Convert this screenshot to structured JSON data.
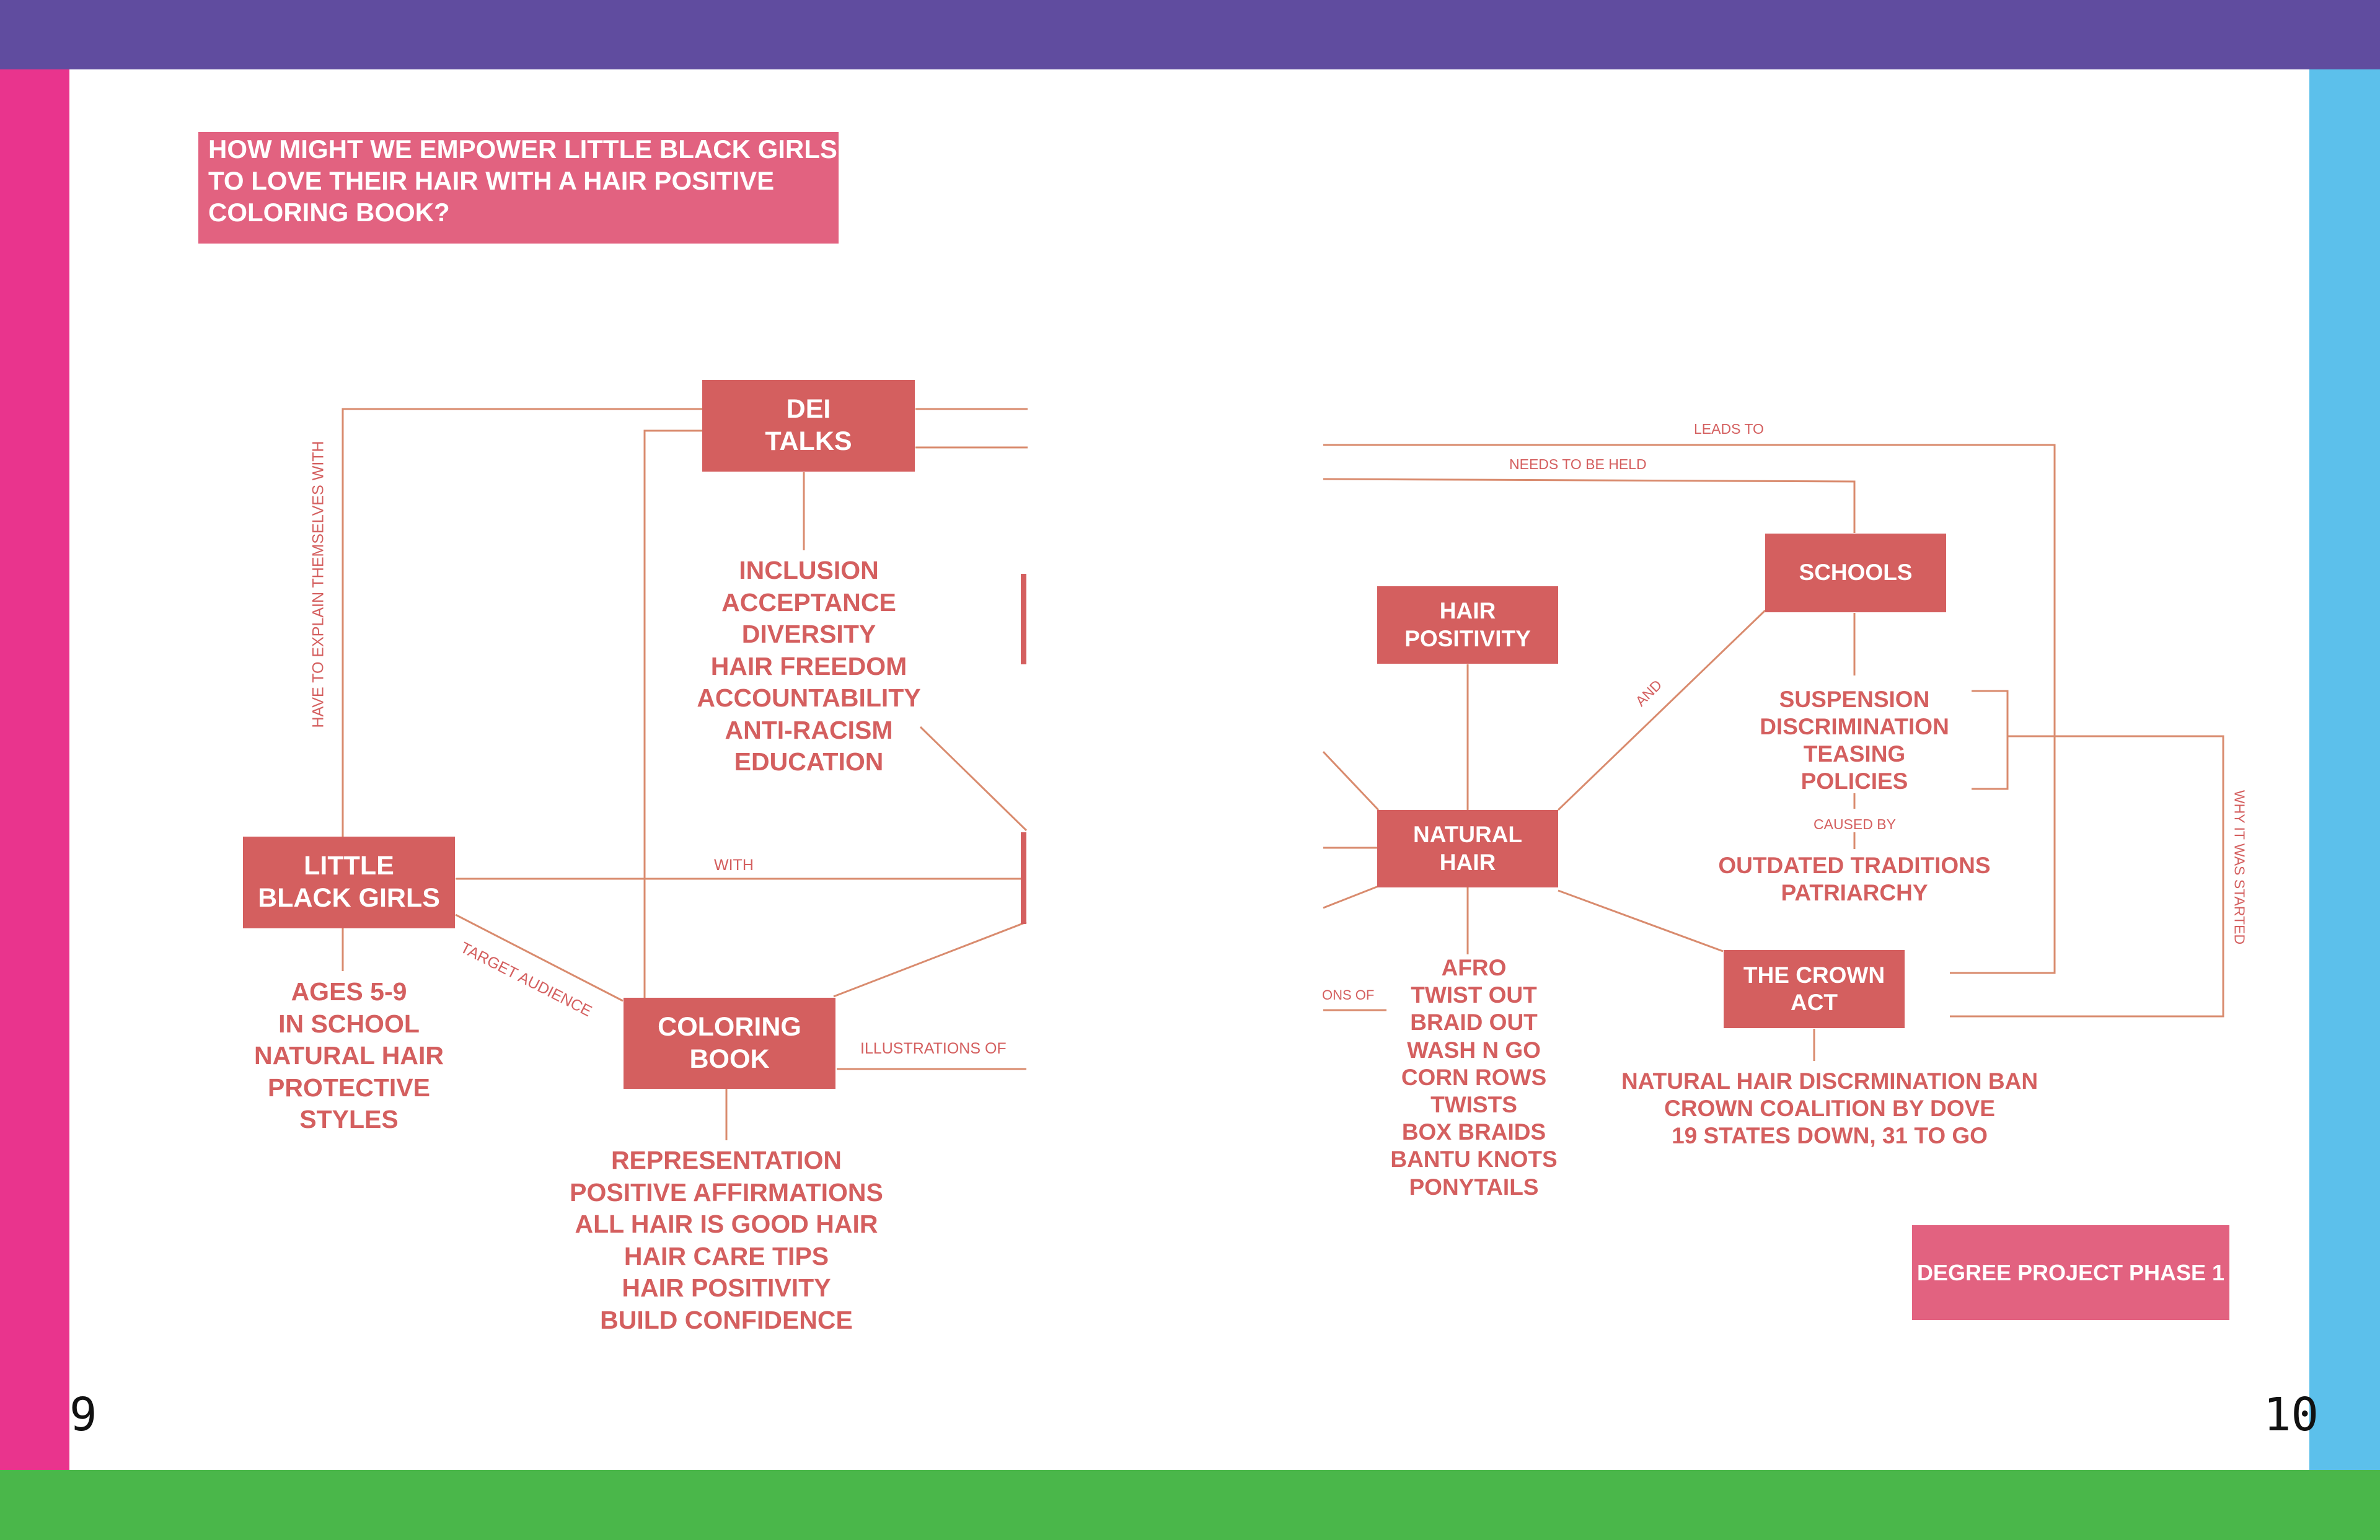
{
  "colors": {
    "top_band": "#604C9F",
    "bottom_band": "#4AB74A",
    "left_band": "#E9348D",
    "right_band": "#5CC0EB",
    "node_fill": "#D45F5F",
    "title_fill": "#E26280",
    "text": "#D45F5F",
    "line": "#D98B6E"
  },
  "title": "HOW MIGHT WE EMPOWER LITTLE BLACK GIRLS\nTO LOVE THEIR HAIR WITH A HAIR POSITIVE\nCOLORING BOOK?",
  "left_page": {
    "nodes": {
      "dei_talks": "DEI\nTALKS",
      "little_black_girls": "LITTLE\nBLACK GIRLS",
      "coloring_book": "COLORING\nBOOK"
    },
    "lists": {
      "dei_values": "INCLUSION\nACCEPTANCE\nDIVERSITY\nHAIR FREEDOM\nACCOUNTABILITY\nANTI-RACISM\nEDUCATION",
      "girls_traits": "AGES 5-9\nIN SCHOOL\nNATURAL HAIR\nPROTECTIVE\nSTYLES",
      "book_features": "REPRESENTATION\nPOSITIVE AFFIRMATIONS\nALL HAIR IS GOOD HAIR\nHAIR CARE TIPS\nHAIR POSITIVITY\nBUILD CONFIDENCE"
    },
    "labels": {
      "have_to_explain": "HAVE TO EXPLAIN THEMSELVES WITH",
      "with": "WITH",
      "target_audience": "TARGET AUDIENCE",
      "illustrations_of": "ILLUSTRATIONS OF"
    },
    "page_number": "9"
  },
  "right_page": {
    "nodes": {
      "hair_positivity": "HAIR\nPOSITIVITY",
      "natural_hair": "NATURAL\nHAIR",
      "schools": "SCHOOLS",
      "crown_act": "THE CROWN\nACT"
    },
    "lists": {
      "hair_styles": "AFRO\nTWIST OUT\nBRAID OUT\nWASH N GO\nCORN ROWS\nTWISTS\nBOX BRAIDS\nBANTU KNOTS\nPONYTAILS",
      "school_issues": "SUSPENSION\nDISCRIMINATION\nTEASING\nPOLICIES",
      "causes": "OUTDATED TRADITIONS\nPATRIARCHY",
      "crown_facts": "NATURAL HAIR DISCRMINATION BAN\nCROWN COALITION BY DOVE\n19 STATES DOWN, 31 TO GO"
    },
    "labels": {
      "leads_to": "LEADS TO",
      "needs_to_be_held": "NEEDS TO BE HELD",
      "and": "AND",
      "caused_by": "CAUSED BY",
      "why_it_was_started": "WHY IT WAS STARTED",
      "ons_of": "ONS OF"
    },
    "phase_label": "DEGREE PROJECT PHASE 1",
    "page_number": "10"
  }
}
